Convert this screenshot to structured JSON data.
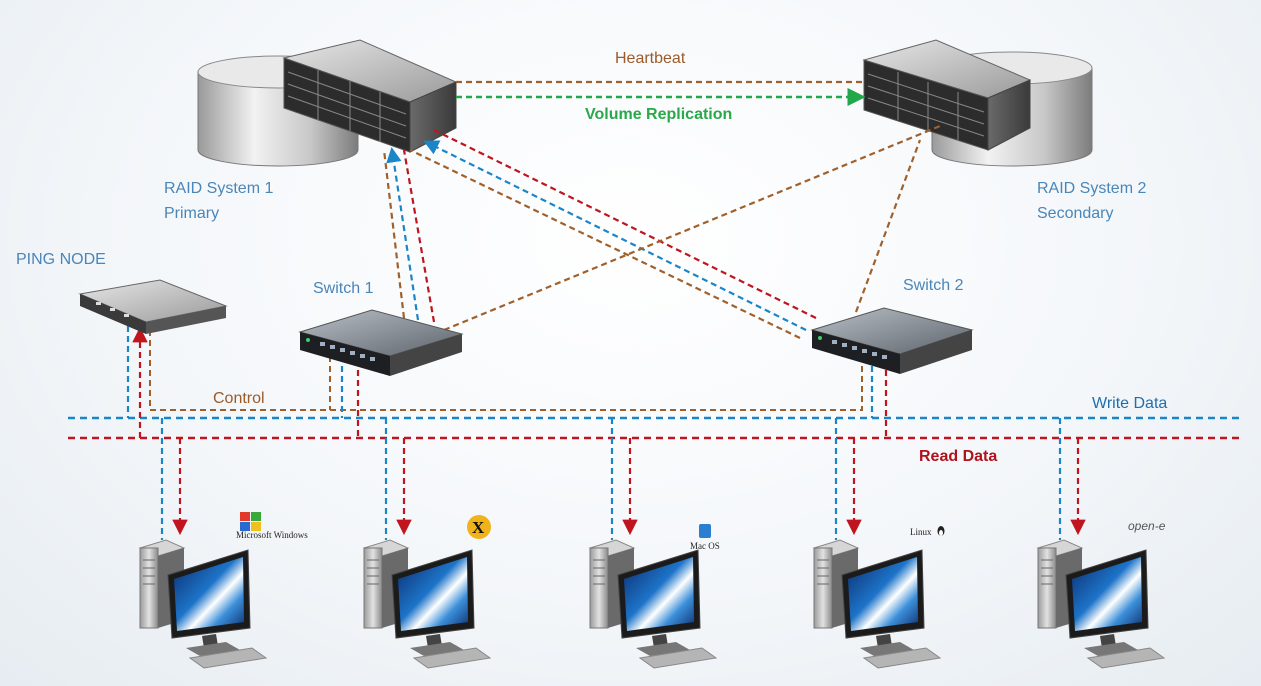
{
  "labels": {
    "heartbeat": "Heartbeat",
    "volume_replication": "Volume Replication",
    "raid1_line1": "RAID System 1",
    "raid1_line2": "Primary",
    "raid2_line1": "RAID System 2",
    "raid2_line2": "Secondary",
    "ping_node": "PING NODE",
    "switch1": "Switch 1",
    "switch2": "Switch 2",
    "control": "Control",
    "write_data": "Write Data",
    "read_data": "Read Data"
  },
  "clients": [
    {
      "os_label": "Microsoft Windows",
      "logo": "windows-logo-icon"
    },
    {
      "os_label": "X",
      "logo": "x-logo-icon"
    },
    {
      "os_label": "Mac OS",
      "logo": "macos-logo-icon"
    },
    {
      "os_label": "Linux",
      "logo": "linux-logo-icon"
    },
    {
      "os_label": "open-e",
      "logo": "open-e-logo-icon"
    }
  ],
  "colors": {
    "heartbeat": "#a0602c",
    "replication": "#22a84a",
    "write": "#1a86c8",
    "read": "#c0141e",
    "control": "#a0602c"
  }
}
